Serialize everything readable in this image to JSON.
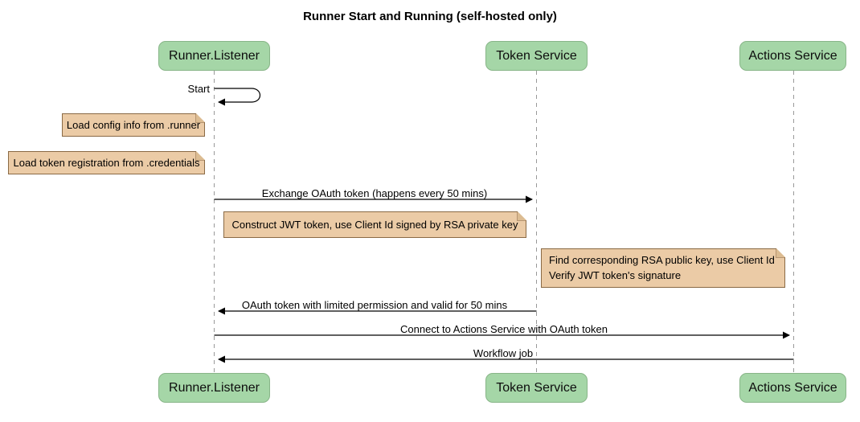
{
  "title": "Runner Start and Running (self-hosted only)",
  "diagram_type": "sequence-diagram",
  "participants": [
    {
      "name": "Runner.Listener"
    },
    {
      "name": "Token Service"
    },
    {
      "name": "Actions Service"
    }
  ],
  "messages": {
    "start": "Start",
    "exchange": "Exchange OAuth token (happens every 50 mins)",
    "oauth_return": "OAuth token with limited permission and valid for 50 mins",
    "connect": "Connect to Actions Service with OAuth token",
    "workflow": "Workflow job"
  },
  "notes": {
    "load_config": "Load config info from .runner",
    "load_token": "Load token registration from .credentials",
    "construct_jwt": "Construct JWT token, use Client Id signed by RSA private key",
    "verify_jwt": "Find corresponding RSA public key, use Client Id\nVerify JWT token's signature"
  },
  "colors": {
    "participant_fill": "#A5D6A7",
    "participant_border": "#88b588",
    "note_fill": "#EBCBA6",
    "note_border": "#8a6a45",
    "lifeline": "#999999",
    "arrow": "#000000",
    "background": "#ffffff"
  }
}
